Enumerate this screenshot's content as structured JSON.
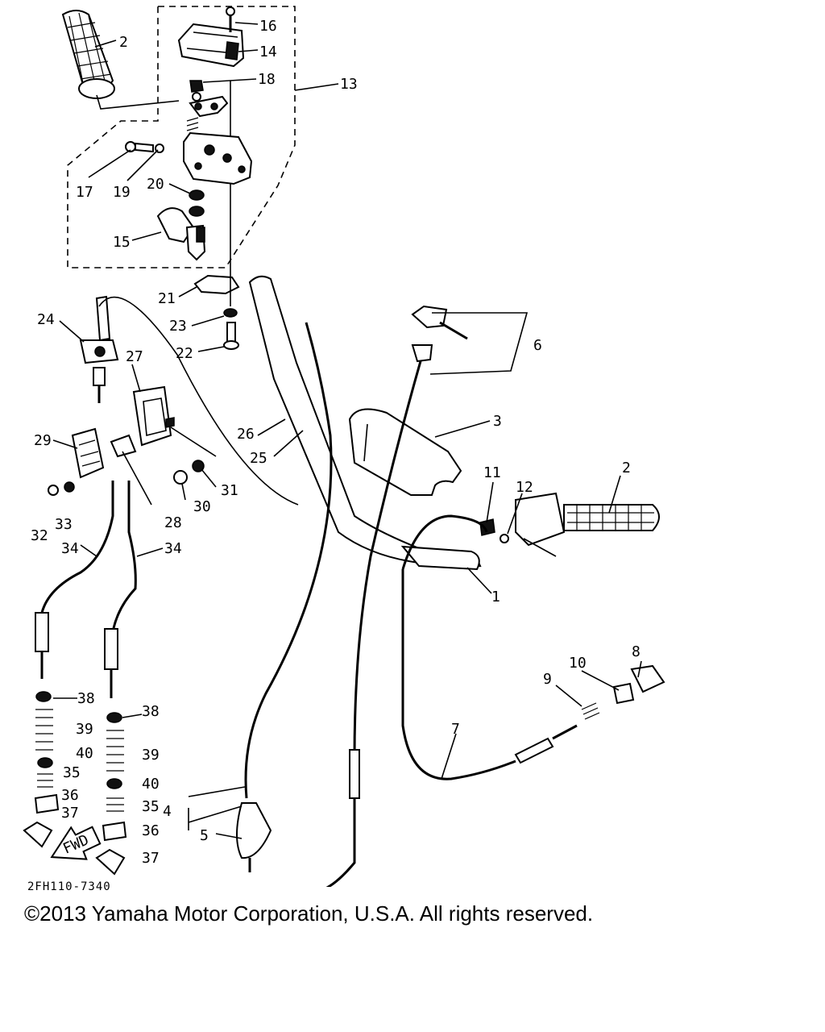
{
  "diagram": {
    "callouts": [
      "1",
      "2",
      "2",
      "3",
      "4",
      "5",
      "6",
      "7",
      "8",
      "9",
      "10",
      "11",
      "12",
      "13",
      "14",
      "15",
      "16",
      "17",
      "18",
      "19",
      "20",
      "21",
      "22",
      "23",
      "24",
      "25",
      "26",
      "27",
      "28",
      "29",
      "30",
      "31",
      "32",
      "33",
      "34",
      "34",
      "35",
      "35",
      "36",
      "36",
      "37",
      "37",
      "38",
      "38",
      "39",
      "39",
      "40",
      "40"
    ],
    "fwd_label": "FWD",
    "drawing_code": "2FH110-7340"
  },
  "footer": {
    "copyright": "©2013 Yamaha Motor Corporation, U.S.A. All rights reserved."
  }
}
